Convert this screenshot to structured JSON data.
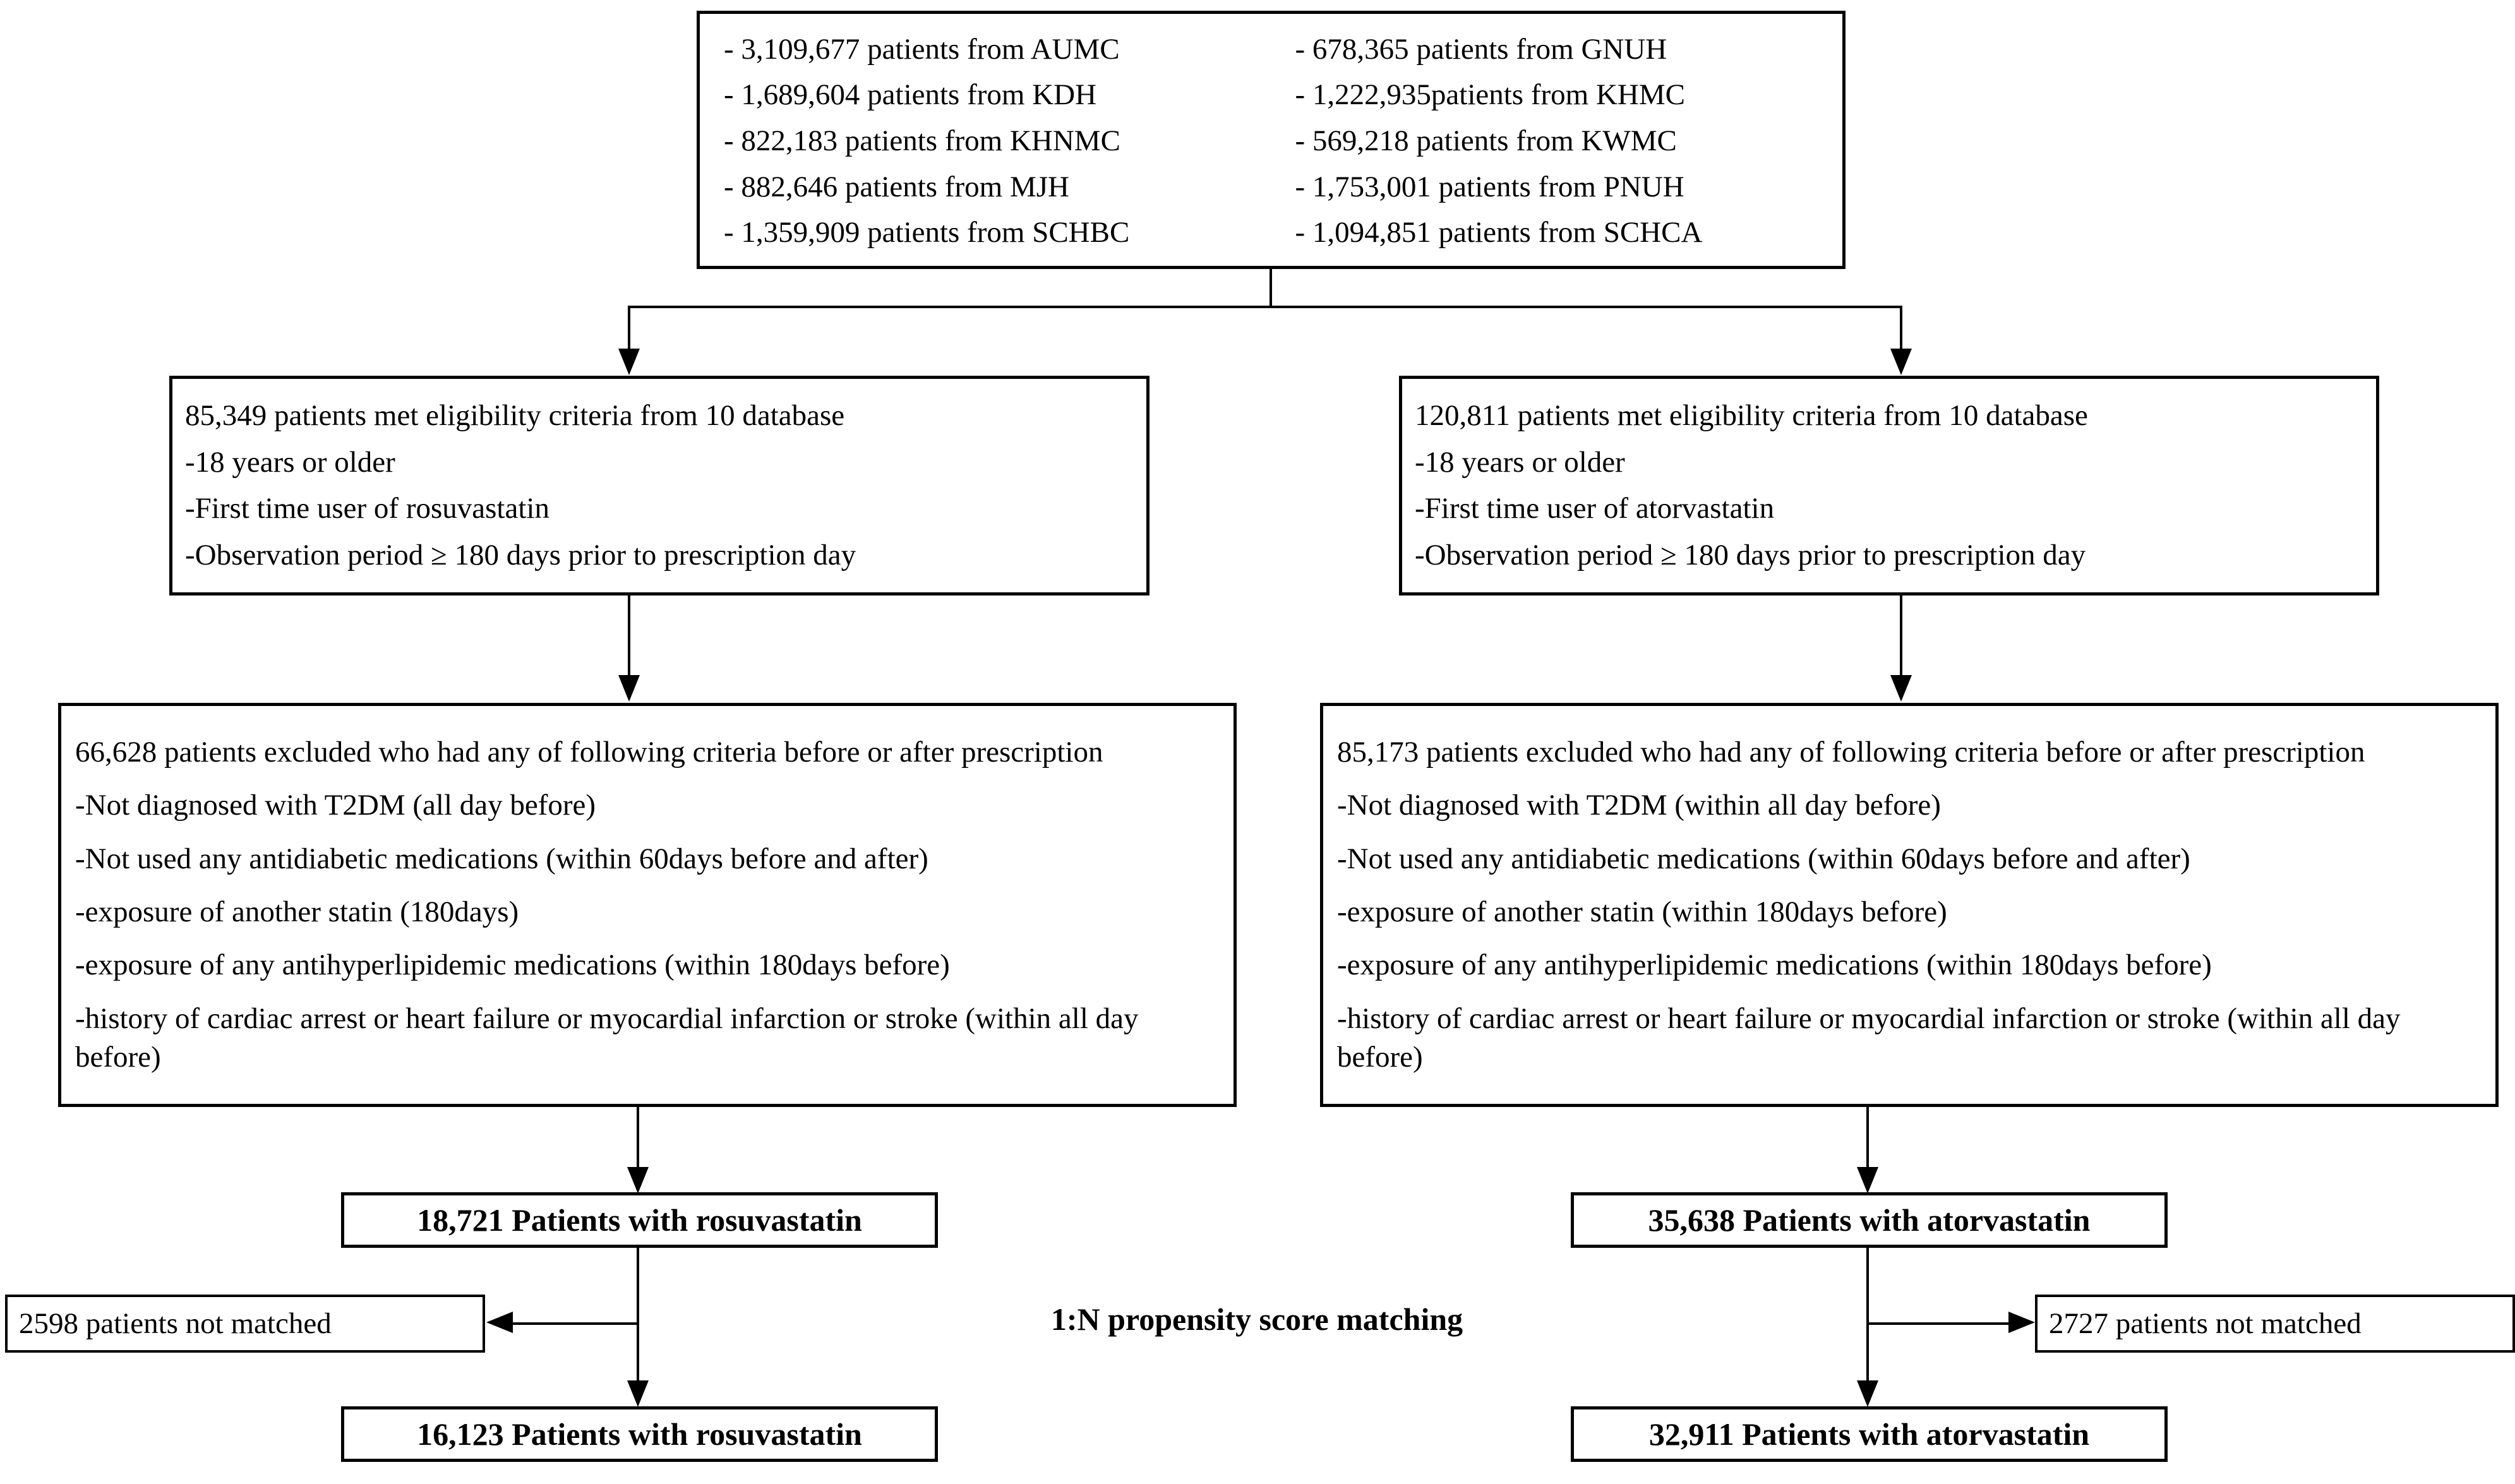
{
  "source_box": {
    "left_column": [
      "- 3,109,677 patients from AUMC",
      "- 1,689,604 patients from KDH",
      "- 822,183 patients from KHNMC",
      "- 882,646 patients from MJH",
      "- 1,359,909 patients from SCHBC"
    ],
    "right_column": [
      "- 678,365 patients from GNUH",
      "- 1,222,935patients from KHMC",
      "- 569,218 patients from KWMC",
      "- 1,753,001 patients from PNUH",
      "- 1,094,851 patients from SCHCA"
    ]
  },
  "eligibility_left": {
    "lines": [
      "85,349 patients met eligibility criteria from 10 database",
      "-18 years or older",
      "-First time user of rosuvastatin",
      "-Observation period ≥ 180 days prior to prescription day"
    ]
  },
  "eligibility_right": {
    "lines": [
      "120,811 patients met eligibility criteria from 10 database",
      "-18 years or older",
      "-First time user of atorvastatin",
      "-Observation period ≥ 180 days prior to prescription day"
    ]
  },
  "exclusion_left": {
    "lines": [
      "66,628 patients excluded who had any of following criteria before or after prescription",
      "-Not diagnosed with T2DM (all day before)",
      "-Not used any antidiabetic medications (within 60days before and after)",
      "-exposure of another statin (180days)",
      "-exposure of any antihyperlipidemic medications (within 180days before)",
      "-history of cardiac arrest or heart failure or myocardial infarction or stroke (within all day before)"
    ]
  },
  "exclusion_right": {
    "lines": [
      "85,173 patients excluded who had any of following criteria before or after prescription",
      "-Not diagnosed with T2DM (within all day before)",
      "-Not used any antidiabetic medications (within 60days before and after)",
      "-exposure of another statin (within 180days before)",
      "-exposure of any antihyperlipidemic medications (within 180days before)",
      "-history of cardiac arrest or heart failure or myocardial infarction or stroke (within all day before)"
    ]
  },
  "results": {
    "left_pre_match": "18,721 Patients with rosuvastatin",
    "right_pre_match": "35,638 Patients with atorvastatin",
    "left_post_match": "16,123 Patients with rosuvastatin",
    "right_post_match": "32,911 Patients with atorvastatin"
  },
  "not_matched": {
    "left": "2598 patients not matched",
    "right": "2727 patients not matched"
  },
  "matching_caption": "1:N propensity score matching",
  "colors": {
    "stroke": "#000000",
    "background": "#ffffff",
    "text": "#000000"
  }
}
